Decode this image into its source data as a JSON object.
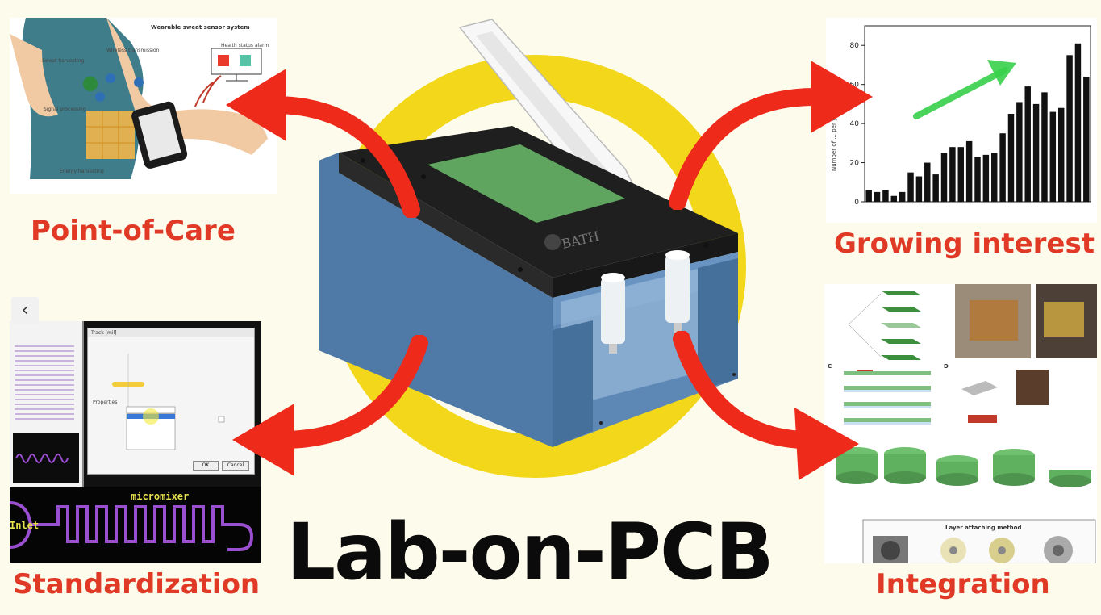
{
  "title": "Lab-on-PCB",
  "labels": {
    "point_of_care": "Point-of-Care",
    "growing_interest": "Growing interest",
    "standardization": "Standardization",
    "integration": "Integration"
  },
  "pcb_device": {
    "brand": "BATH"
  },
  "wearable_figure": {
    "title": "Wearable sweat sensor system",
    "labels": [
      "Sweat harvesting",
      "Wireless transmission",
      "Health status alarm",
      "Signal processing",
      "Energy harvesting"
    ]
  },
  "design_software": {
    "micromixer_label": "micromixer",
    "inlet_label": "Inlet",
    "dialog_title": "Track [mil]",
    "properties_label": "Properties",
    "ok_button": "OK",
    "cancel_button": "Cancel"
  },
  "integration_figure": {
    "panel_c": "C",
    "panel_d": "D",
    "layer_method": "Layer attaching method"
  },
  "colors": {
    "label_red": "#e03a26",
    "ring_yellow": "#f2d71a",
    "arrow_red": "#ee2a1b",
    "pcb_blue": "#4f79a6",
    "chart_bar": "#111111",
    "trend_green": "#38d04b",
    "trace_purple": "#9a4fd0"
  },
  "nav": {
    "prev_icon": "‹"
  },
  "chart_data": {
    "type": "bar",
    "ylabel": "Number of ... per year",
    "ylim": [
      0,
      90
    ],
    "yticks": [
      0,
      20,
      40,
      60,
      80
    ],
    "values": [
      6,
      5,
      6,
      3,
      5,
      15,
      13,
      20,
      14,
      25,
      28,
      28,
      31,
      23,
      24,
      25,
      35,
      45,
      51,
      59,
      50,
      56,
      46,
      48,
      75,
      81,
      64
    ],
    "grid": false,
    "trend_arrow": "up"
  }
}
